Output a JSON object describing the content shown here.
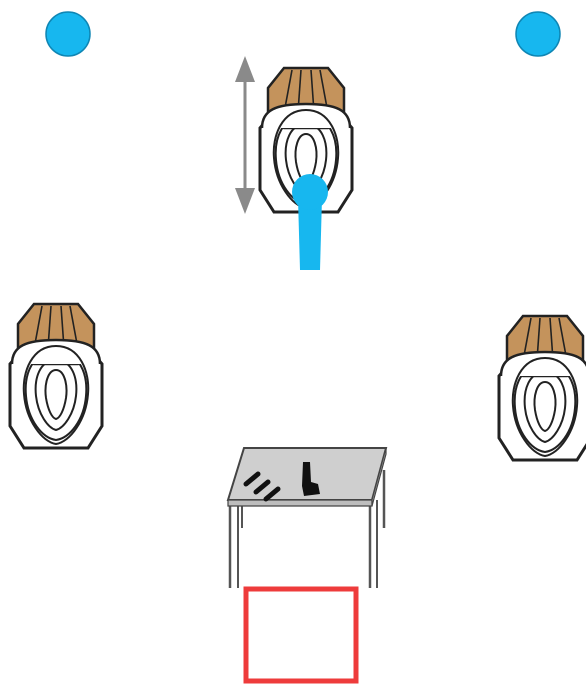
{
  "diagram": {
    "kind": "shooting-stage-layout",
    "colors": {
      "background": "#ffffff",
      "no_shoot_marker": "#17b7ef",
      "target_head_tan": "#c4935c",
      "target_outline": "#222222",
      "movement_arrow": "#8a8a8a",
      "mover_arm": "#17b7ef",
      "table_top": "#cfcfcf",
      "table_legs": "#555555",
      "table_items": "#111111",
      "start_box": "#ee3b3b"
    },
    "elements": {
      "no_shoot_markers": 2,
      "targets_static": 2,
      "targets_moving": 1,
      "table_items": [
        "magazine",
        "magazine",
        "magazine",
        "pistol"
      ],
      "start_box": 1
    }
  }
}
